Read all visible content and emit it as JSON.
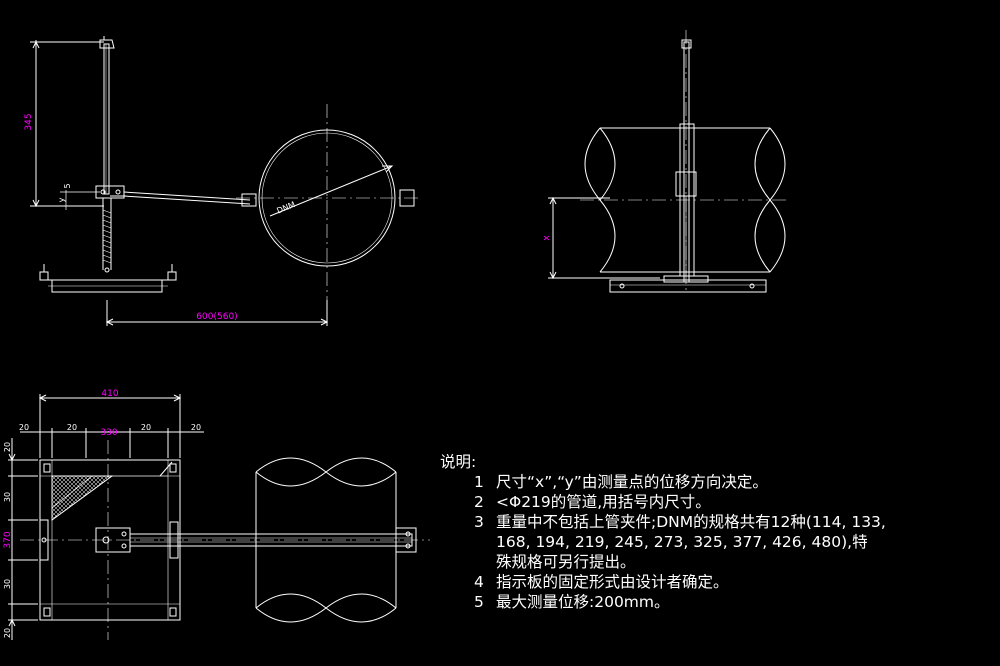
{
  "drawing": {
    "dimensions": {
      "height_345": "345",
      "small_y": "y",
      "small_5": "5",
      "span_600": "600(560)",
      "label_dnm": "DNM",
      "side_x": "x",
      "width_410": "410",
      "inner_330": "330",
      "plan_20_a": "20",
      "plan_20_b": "20",
      "plan_20_c": "20",
      "plan_20_d": "20",
      "left_20_top": "20",
      "left_30_top": "30",
      "left_370": "370",
      "left_30_bot": "30",
      "left_20_bot": "20"
    }
  },
  "notes": {
    "title": "说明:",
    "items": [
      {
        "num": "1",
        "text": "尺寸“x”,“y”由测量点的位移方向决定。"
      },
      {
        "num": "2",
        "text": "<Φ219的管道,用括号内尺寸。"
      },
      {
        "num": "3",
        "text": "重量中不包括上管夹件;DNM的规格共有12种(114, 133,",
        "cont1": "168, 194, 219, 245, 273, 325, 377, 426, 480),特",
        "cont2": "殊规格可另行提出。"
      },
      {
        "num": "4",
        "text": "指示板的固定形式由设计者确定。"
      },
      {
        "num": "5",
        "text": "最大测量位移:200mm。"
      }
    ]
  },
  "colors": {
    "background": "#000000",
    "lines": "#ffffff",
    "dimension_text": "#ff00ff"
  }
}
